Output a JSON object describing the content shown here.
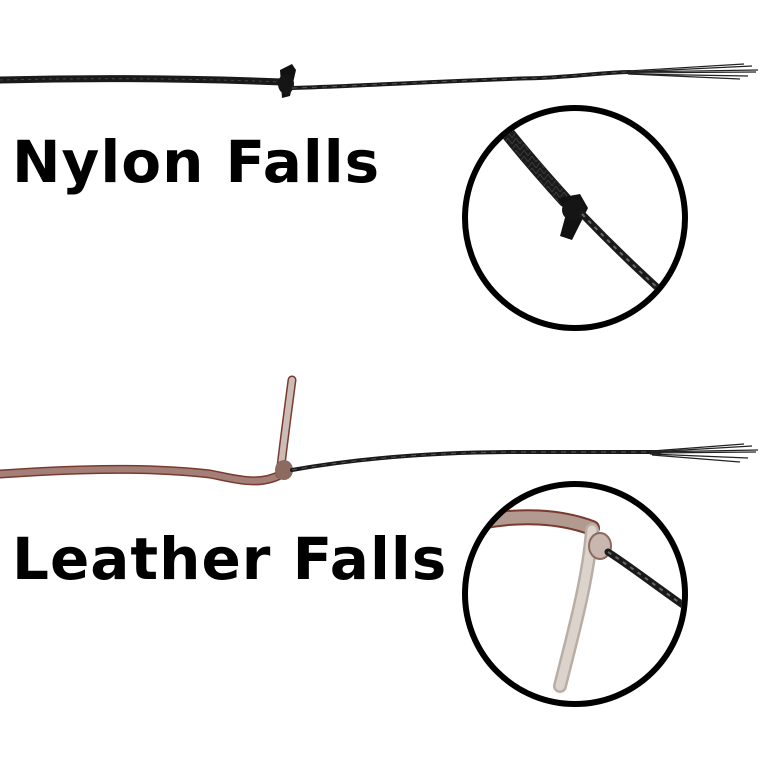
{
  "labels": {
    "nylon": "Nylon Falls",
    "leather": "Leather Falls"
  },
  "colors": {
    "background": "#ffffff",
    "text": "#000000",
    "nylon_cord": "#1a1a1a",
    "leather_strip": "#a37f77",
    "leather_edge": "#7a3a2f",
    "leather_light": "#cbbdb6"
  },
  "icons": {
    "nylon_photo": "nylon-fall-cord",
    "nylon_zoom": "nylon-knot-zoom-circle",
    "leather_photo": "leather-fall-cord",
    "leather_zoom": "leather-knot-zoom-circle"
  }
}
